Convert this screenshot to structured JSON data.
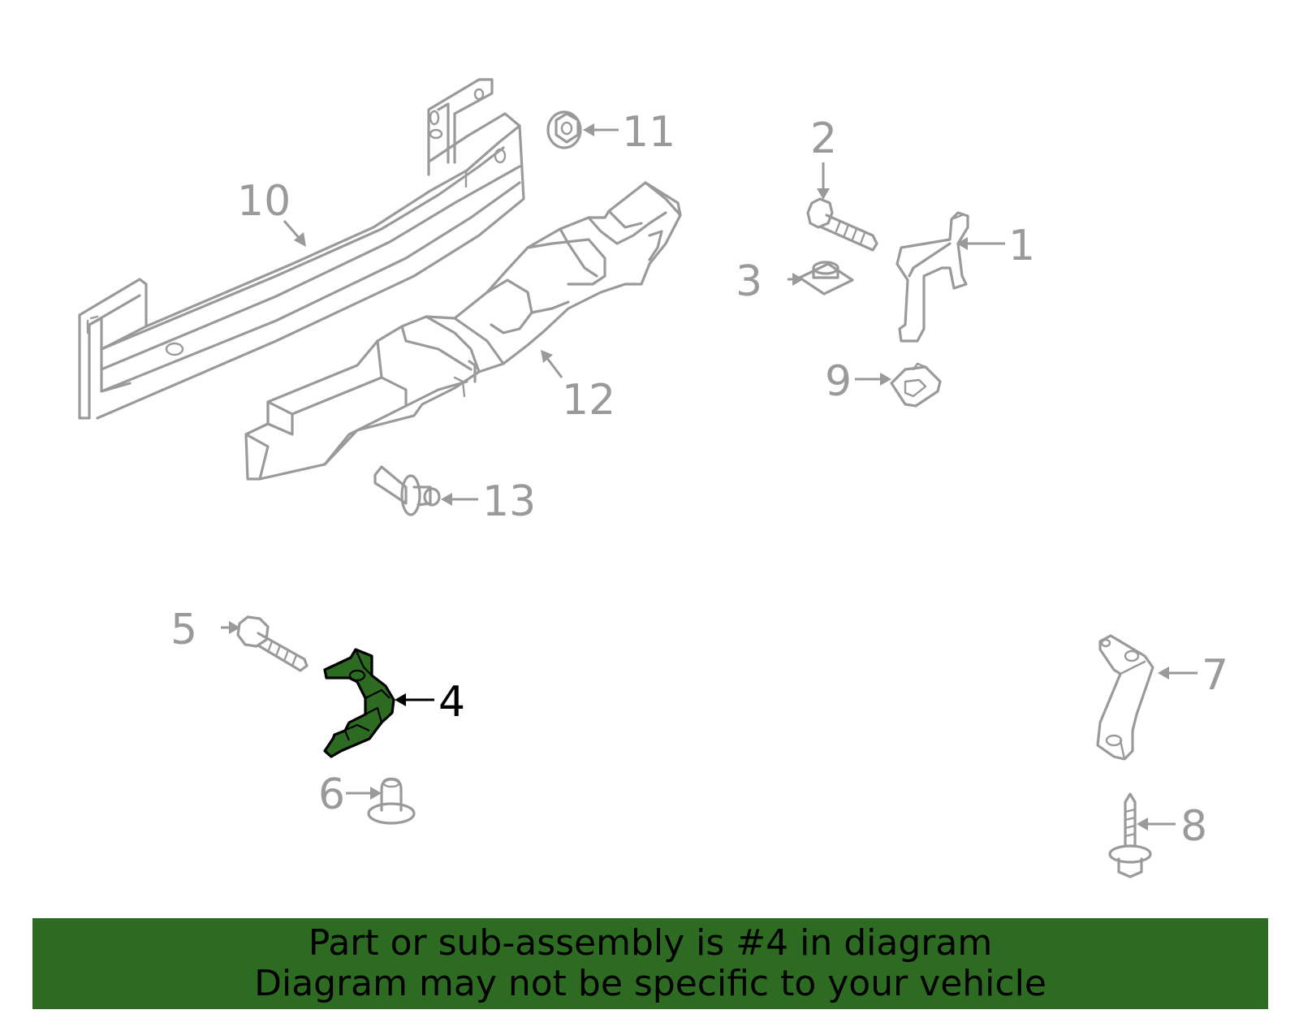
{
  "callouts": [
    {
      "id": "1",
      "label": "1",
      "highlighted": false
    },
    {
      "id": "2",
      "label": "2",
      "highlighted": false
    },
    {
      "id": "3",
      "label": "3",
      "highlighted": false
    },
    {
      "id": "4",
      "label": "4",
      "highlighted": true
    },
    {
      "id": "5",
      "label": "5",
      "highlighted": false
    },
    {
      "id": "6",
      "label": "6",
      "highlighted": false
    },
    {
      "id": "7",
      "label": "7",
      "highlighted": false
    },
    {
      "id": "8",
      "label": "8",
      "highlighted": false
    },
    {
      "id": "9",
      "label": "9",
      "highlighted": false
    },
    {
      "id": "10",
      "label": "10",
      "highlighted": false
    },
    {
      "id": "11",
      "label": "11",
      "highlighted": false
    },
    {
      "id": "12",
      "label": "12",
      "highlighted": false
    },
    {
      "id": "13",
      "label": "13",
      "highlighted": false
    }
  ],
  "banner": {
    "line1": "Part or sub-assembly is #4 in diagram",
    "line2": "Diagram may not be specific to your vehicle"
  },
  "colors": {
    "highlight": "#2d6b22",
    "line_art": "#9a9a9a",
    "text": "#000000",
    "background": "#ffffff"
  }
}
